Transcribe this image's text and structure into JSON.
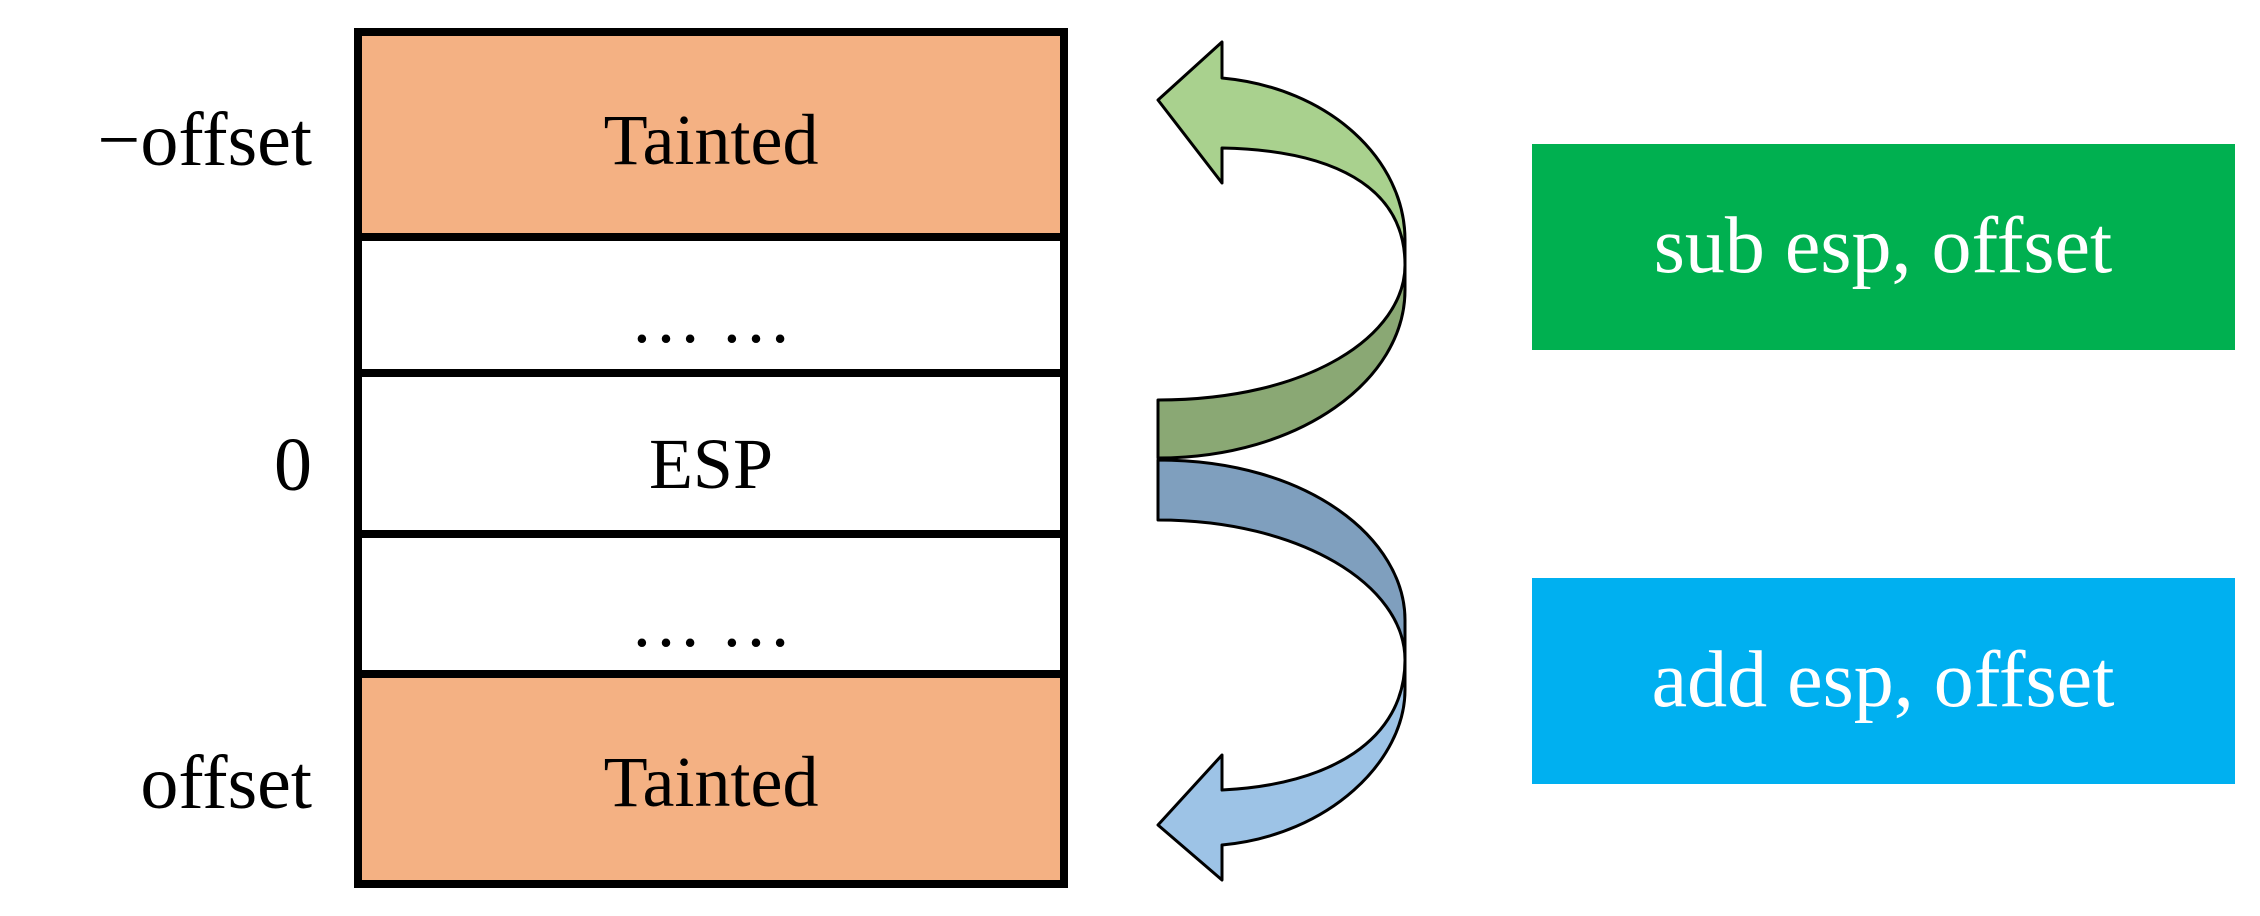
{
  "stack": {
    "rows": [
      {
        "label": "Tainted",
        "side_label": "−offset",
        "fill": "#f4b183"
      },
      {
        "label": "… …",
        "side_label": "",
        "fill": "#ffffff"
      },
      {
        "label": "ESP",
        "side_label": "0",
        "fill": "#ffffff"
      },
      {
        "label": "… …",
        "side_label": "",
        "fill": "#ffffff"
      },
      {
        "label": "Tainted",
        "side_label": "offset",
        "fill": "#f4b183"
      }
    ]
  },
  "instructions": {
    "sub": {
      "text": "sub esp, offset",
      "color": "#00b050"
    },
    "add": {
      "text": "add esp, offset",
      "color": "#00b0f0"
    }
  },
  "arrows": {
    "up": {
      "light": "#a9d18e",
      "dark": "#8aa874",
      "icon": "curved-arrow-up"
    },
    "down": {
      "light": "#9dc3e6",
      "dark": "#7f9fbe",
      "icon": "curved-arrow-down"
    }
  }
}
